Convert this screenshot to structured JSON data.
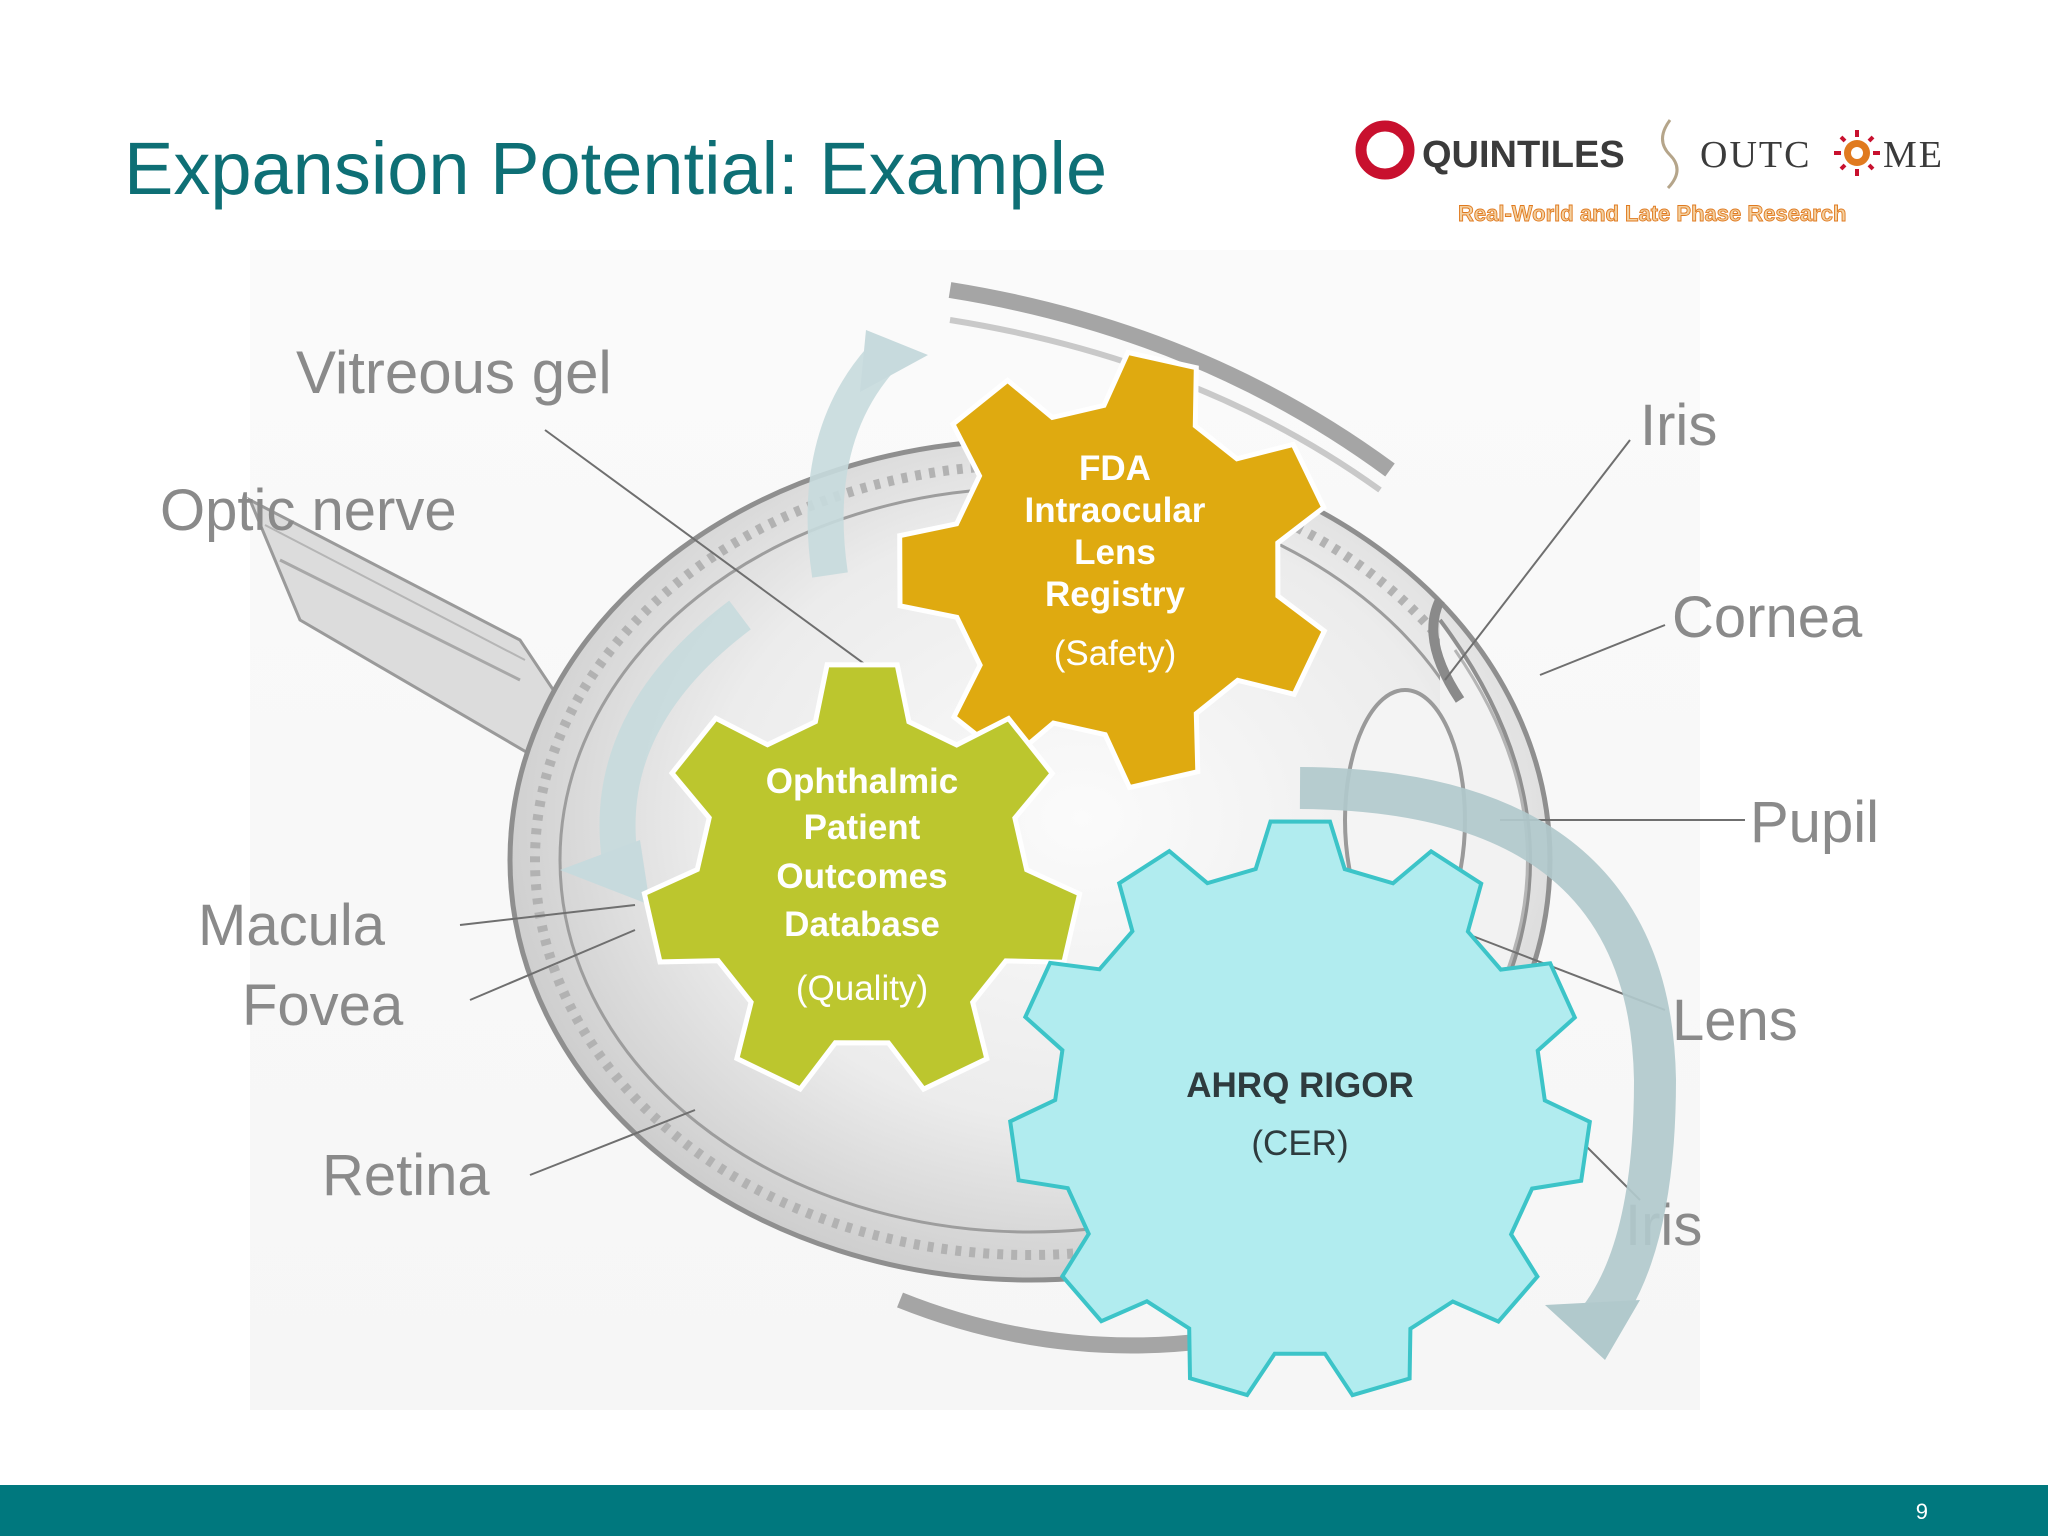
{
  "slide": {
    "title": "Expansion Potential: Example",
    "page_number": "9"
  },
  "logo": {
    "left": "QUINTILES",
    "right_a": "OUTC",
    "right_b": "ME",
    "tagline": "Real-World and Late Phase Research",
    "brand_red": "#c8102e",
    "brand_orange": "#e07a1f"
  },
  "eye_labels": {
    "vitreous_gel": "Vitreous gel",
    "optic_nerve": "Optic nerve",
    "macula": "Macula",
    "fovea": "Fovea",
    "retina": "Retina",
    "iris_top": "Iris",
    "cornea": "Cornea",
    "pupil": "Pupil",
    "lens": "Lens",
    "iris_bottom": "Iris"
  },
  "gears": {
    "fda": {
      "lines": [
        "FDA",
        "Intraocular",
        "Lens",
        "Registry"
      ],
      "sub": "(Safety)",
      "color": "#dfaa10"
    },
    "ophthalmic": {
      "lines": [
        "Ophthalmic",
        "Patient",
        "Outcomes",
        "Database"
      ],
      "sub": "(Quality)",
      "color": "#bcc62e"
    },
    "ahrq": {
      "lines": [
        "AHRQ RIGOR"
      ],
      "sub": "(CER)",
      "color": "#b1ecef",
      "stroke": "#3cc4c8"
    }
  },
  "colors": {
    "title": "#0e6f75",
    "footer": "#00787e",
    "arrow": "#b9cfd2"
  }
}
